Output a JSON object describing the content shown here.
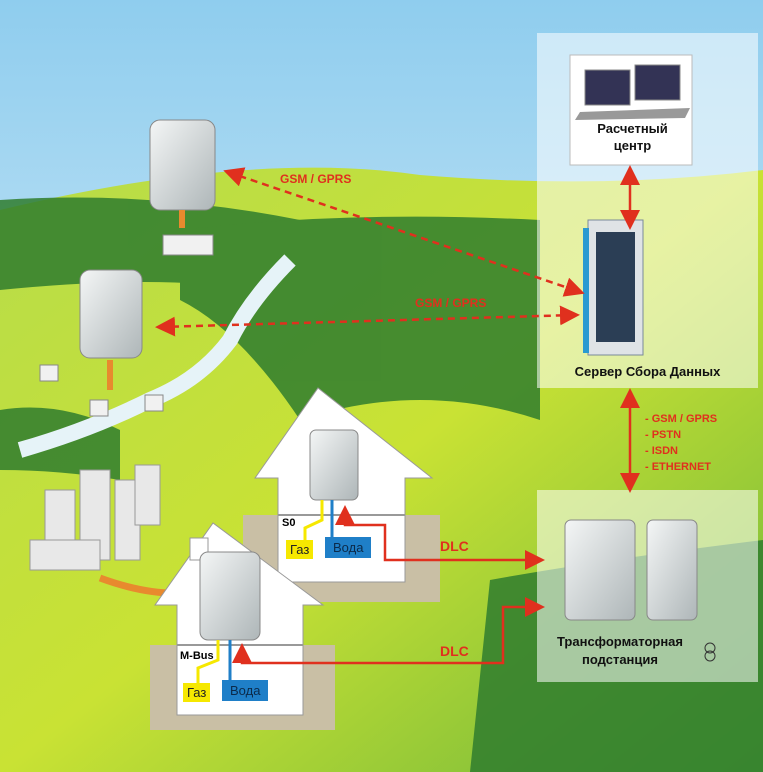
{
  "links": {
    "gsm_top": "GSM / GPRS",
    "gsm_mid": "GSM / GPRS",
    "server_channels": [
      "- GSM / GPRS",
      "- PSTN",
      "- ISDN",
      "- ETHERNET"
    ],
    "dlc_top": "DLC",
    "dlc_bottom": "DLC"
  },
  "nodes": {
    "billing_center": "Расчетный центр",
    "server": "Сервер Сбора Данных",
    "substation": "Трансформаторная подстанция"
  },
  "house_upper": {
    "interface": "S0",
    "gas": "Газ",
    "water": "Вода"
  },
  "house_lower": {
    "interface": "M-Bus",
    "gas": "Газ",
    "water": "Вода"
  },
  "colors": {
    "link": "#e0301e",
    "gas": "#f6e800",
    "water": "#1f7fc8",
    "grass": "#8cc63f"
  }
}
